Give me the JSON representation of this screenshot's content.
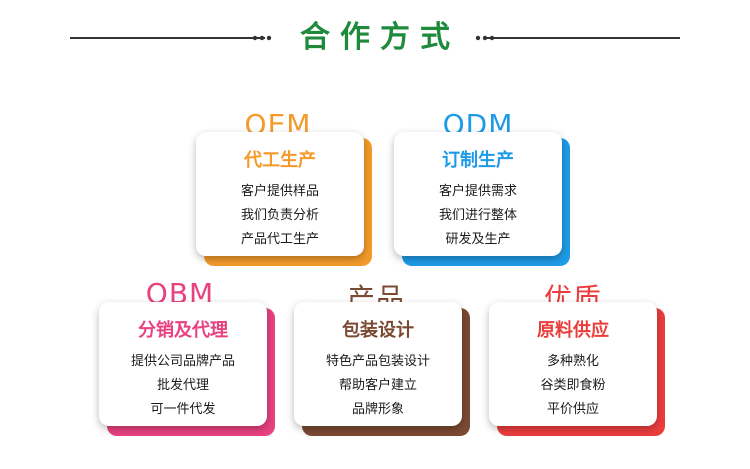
{
  "header": {
    "title": "合作方式"
  },
  "cards": [
    {
      "label": "OEM",
      "subtitle": "代工生产",
      "lines": [
        "客户提供样品",
        "我们负责分析",
        "产品代工生产"
      ],
      "color": "#f39a2b"
    },
    {
      "label": "ODM",
      "subtitle": "订制生产",
      "lines": [
        "客户提供需求",
        "我们进行整体",
        "研发及生产"
      ],
      "color": "#1e9be6"
    },
    {
      "label": "OBM",
      "subtitle": "分销及代理",
      "lines": [
        "提供公司品牌产品",
        "批发代理",
        "可一件代发"
      ],
      "color": "#e8417f"
    },
    {
      "label": "产品",
      "subtitle": "包装设计",
      "lines": [
        "特色产品包装设计",
        "帮助客户建立",
        "品牌形象"
      ],
      "color": "#7a4a33"
    },
    {
      "label": "优质",
      "subtitle": "原料供应",
      "lines": [
        "多种熟化",
        "谷类即食粉",
        "平价供应"
      ],
      "color": "#ec3d3d"
    }
  ],
  "colors": {
    "title": "#1f8a3c",
    "rule": "#333333"
  }
}
